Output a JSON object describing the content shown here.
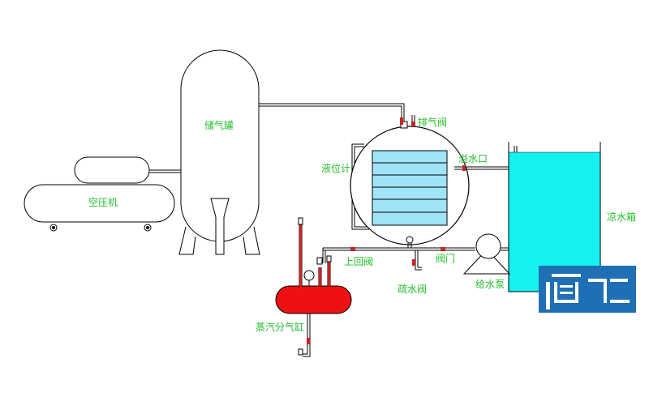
{
  "labels": {
    "compressor": "空压机",
    "storage_tank": "储气罐",
    "exhaust_valve": "排气阀",
    "level_gauge": "液位计",
    "overflow_port": "溢水口",
    "cooling_tank": "凉水箱",
    "upper_return_valve": "上回阀",
    "valve": "阀门",
    "feed_pump": "给水泵",
    "drain_valve": "疏水阀",
    "steam_header": "蒸汽分气缸"
  },
  "colors": {
    "label_green": "#22c02a",
    "water_cyan": "#15f0f0",
    "steam_red": "#ee1111",
    "basket_blue": "#9fe4f7",
    "logo_blue": "#1f6fb5",
    "line": "#000000",
    "valve_red": "#cc2222"
  },
  "logo": {
    "description_icon": "company-logo-icon"
  }
}
